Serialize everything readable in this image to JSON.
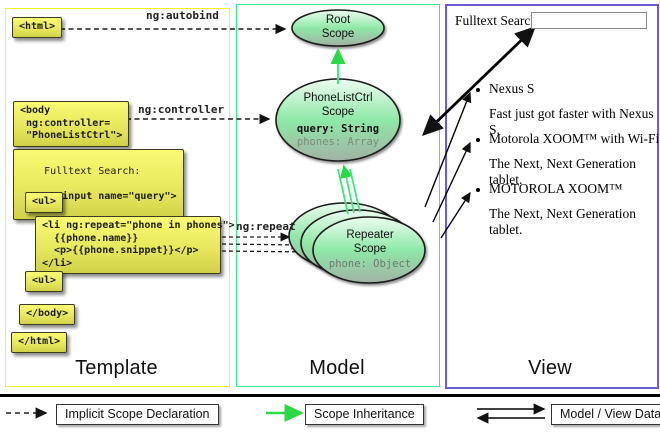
{
  "columns": {
    "template": {
      "label": "Template"
    },
    "model": {
      "label": "Model"
    },
    "view": {
      "label": "View"
    }
  },
  "template_code": {
    "html_open": "<html>",
    "body_open": "<body\n ng:controller=\n \"PhoneListCtrl\">",
    "fulltext_line1": "Fulltext Search:",
    "fulltext_line2": "  <input name=\"query\">",
    "ul_open": "<ul>",
    "li_repeat": "<li ng:repeat=\"phone in phones\">\n  {{phone.name}}\n  <p>{{phone.snippet}}</p>\n</li>",
    "ul_close": "<ul>",
    "body_close": "</body>",
    "html_close": "</html>"
  },
  "annotations": {
    "autobind": "ng:autobind",
    "controller": "ng:controller",
    "repeat": "ng:repeat"
  },
  "model": {
    "root_scope": {
      "title": "Root\nScope"
    },
    "phonelist_scope": {
      "title": "PhoneListCtrl\nScope",
      "prop_query": "query: String",
      "prop_phones": "phones: Array"
    },
    "repeater_scope": {
      "title": "Repeater\nScope",
      "prop_phone": "phone: Object"
    }
  },
  "view": {
    "fulltext_label": "Fulltext Search:",
    "search_value": "",
    "items": [
      {
        "title": "Nexus S",
        "desc": "Fast just got faster with Nexus S."
      },
      {
        "title": "Motorola XOOM™  with Wi-Fi",
        "desc": "The Next, Next Generation tablet."
      },
      {
        "title": "MOTOROLA XOOM™",
        "desc": "The Next, Next Generation tablet."
      }
    ]
  },
  "legend": {
    "implicit": "Implicit Scope Declaration",
    "inheritance": "Scope Inheritance",
    "databinding": "Model / View Data-binding"
  },
  "colors": {
    "template_border": "#f2f22e",
    "model_border": "#3fe88e",
    "view_border": "#6a5bd8",
    "green_arrow": "#2bd845"
  }
}
